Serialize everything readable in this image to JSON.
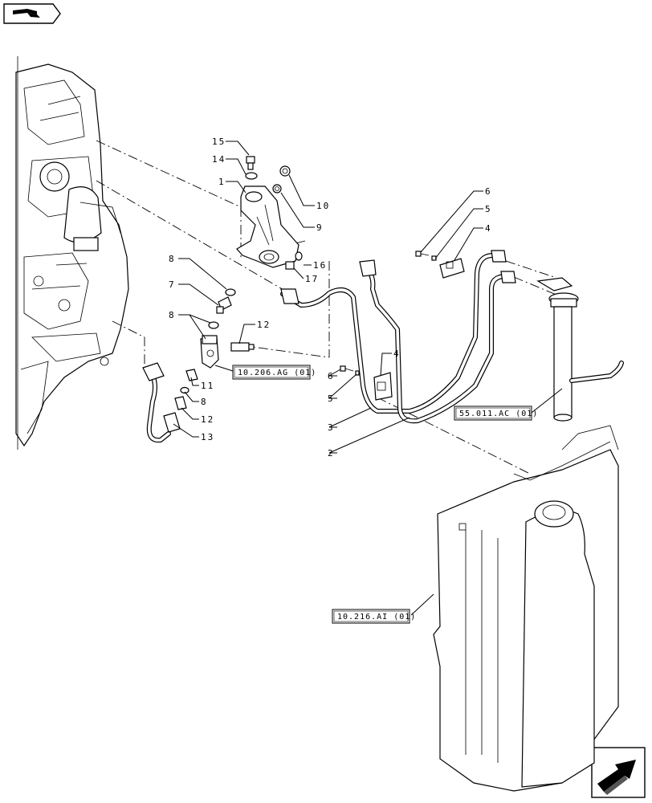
{
  "callouts": {
    "c15": "15",
    "c14": "14",
    "c1": "1",
    "c10": "10",
    "c9": "9",
    "c16": "16",
    "c17": "17",
    "c8a": "8",
    "c7": "7",
    "c8b": "8",
    "c12a": "12",
    "c11": "11",
    "c8c": "8",
    "c12b": "12",
    "c13": "13",
    "c6a": "6",
    "c5a": "5",
    "c4a": "4",
    "c4b": "4",
    "c6b": "6",
    "c5b": "5",
    "c3": "3",
    "c2": "2"
  },
  "references": {
    "fuel_filter": "10.206.AG (01)",
    "sender_unit": "55.011.AC (01)",
    "fuel_tank": "10.216.AI (01)"
  },
  "icons": {
    "top_left": "book-navigation-icon",
    "bottom_right": "next-page-arrow-icon"
  }
}
